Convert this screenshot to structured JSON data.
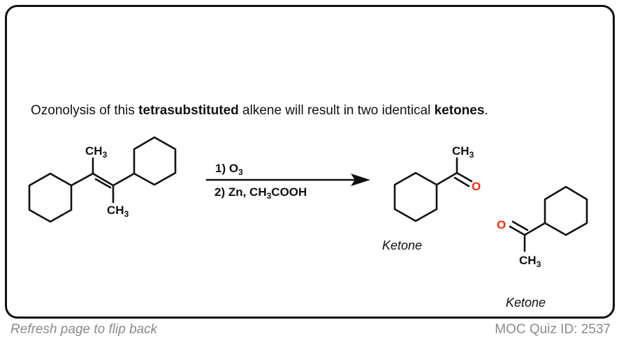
{
  "question_card": {
    "statement": {
      "part1": "Ozonolysis of this ",
      "bold1": "tetrasubstituted",
      "part2": " alkene will result in two identical ",
      "bold2": "ketones",
      "part3": "."
    },
    "reactant": {
      "name": "tetrasubstituted alkene",
      "methyl_top": {
        "main": "CH",
        "sub": "3"
      },
      "methyl_bottom": {
        "main": "CH",
        "sub": "3"
      }
    },
    "reagents": {
      "step1": {
        "prefix": "1)  O",
        "sub": "3"
      },
      "step2": {
        "prefix": "2)  Zn, CH",
        "sub": "3",
        "suffix": "COOH"
      }
    },
    "products": [
      {
        "label": "Ketone",
        "methyl": {
          "main": "CH",
          "sub": "3"
        },
        "oxygen": "O"
      },
      {
        "label": "Ketone",
        "methyl": {
          "main": "CH",
          "sub": "3"
        },
        "oxygen": "O"
      }
    ],
    "colors": {
      "oxygen": "#ff2a00",
      "bond": "#111111",
      "footer_text": "#8a8a8a"
    }
  },
  "footer": {
    "flip_hint": "Refresh page to flip back",
    "quiz_id": "MOC Quiz ID: 2537"
  }
}
